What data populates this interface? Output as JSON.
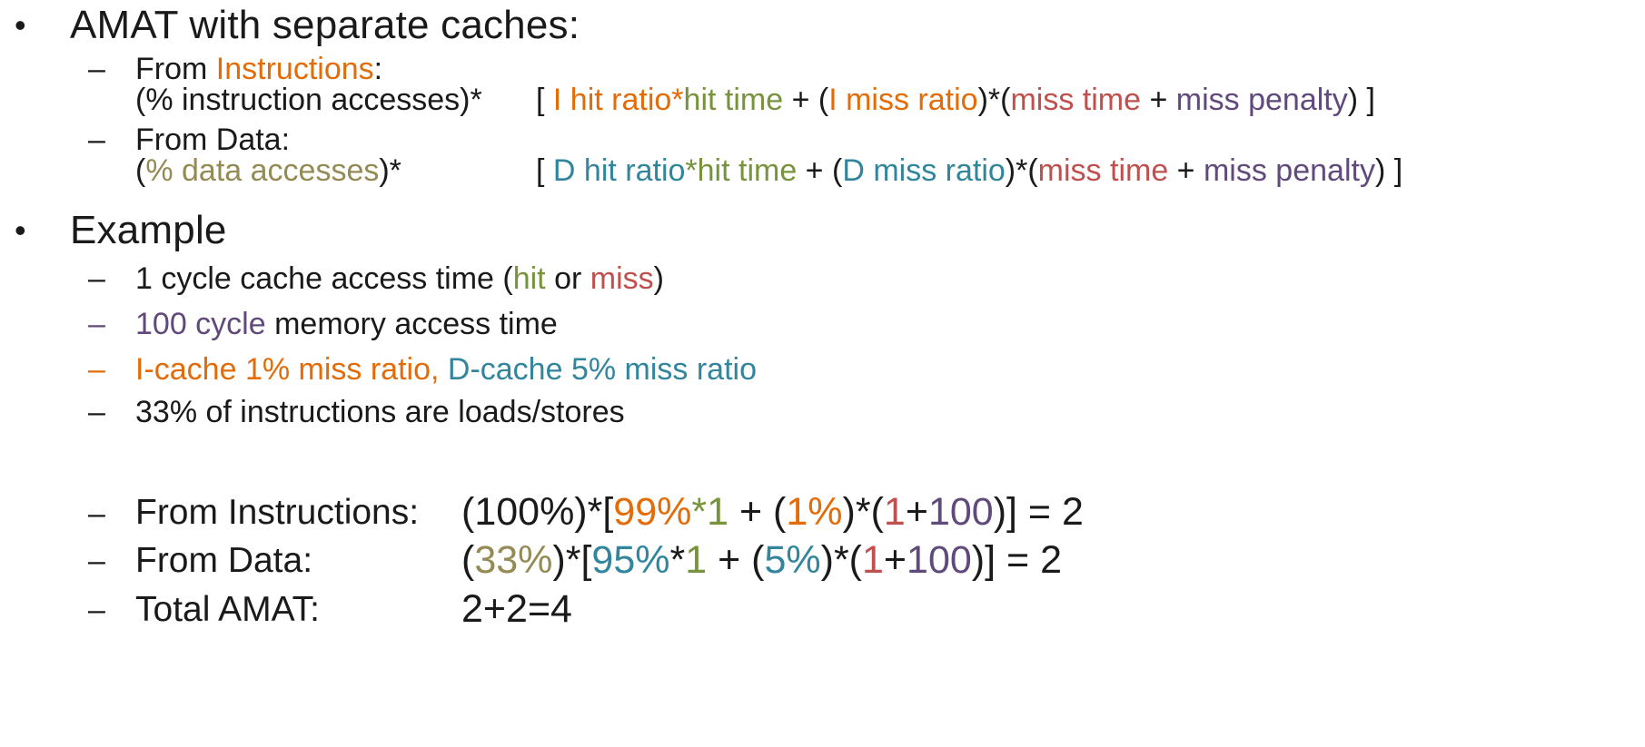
{
  "colors": {
    "instructions": "#E36C09",
    "hit": "#77933C",
    "miss": "#C0504D",
    "memory": "#604A7B",
    "data": "#31859C",
    "data_pct": "#948A54",
    "text": "#1a1a1a"
  },
  "section1": {
    "bullet": "•",
    "title": "AMAT with separate caches:",
    "instr": {
      "dash": "–",
      "from": "From ",
      "label": "Instructions",
      "colon": ":",
      "lhs": "(% instruction accesses)*",
      "b_open": "[ ",
      "hit_ratio": "I hit ratio",
      "star1": "*",
      "hit_time": "hit time",
      "plus1": " + (",
      "miss_ratio": "I miss ratio",
      "close1": ")*(",
      "miss_time": "miss time",
      "plus2": " + ",
      "miss_penalty": "miss penalty",
      "b_close": ") ]"
    },
    "data": {
      "dash": "–",
      "label": "From Data:",
      "lhs_open": "(",
      "lhs_pct": "% data accesses",
      "lhs_close": ")*",
      "b_open": "[ ",
      "hit_ratio": "D hit ratio",
      "star1": "*",
      "hit_time": "hit time",
      "plus1": " + (",
      "miss_ratio": "D miss ratio",
      "close1": ")*(",
      "miss_time": "miss time",
      "plus2": " + ",
      "miss_penalty": "miss penalty",
      "b_close": ") ]"
    }
  },
  "section2": {
    "bullet": "•",
    "title": "Example",
    "items": {
      "i1": {
        "dash": "–",
        "a": "1 cycle cache access time (",
        "hit": "hit",
        "or": " or ",
        "miss": "miss",
        "end": ")"
      },
      "i2": {
        "dash": "–",
        "a": "100 cycle",
        "b": " memory access time"
      },
      "i3": {
        "dash": "–",
        "a": "I-cache 1% miss ratio, ",
        "b": "D-cache 5% miss ratio"
      },
      "i4": {
        "dash": "–",
        "a": "33% of instructions are loads/stores"
      }
    }
  },
  "results": {
    "instr": {
      "dash": "–",
      "label": "From Instructions:",
      "p1": "(100%)*[",
      "v1": "99%",
      "s1": "*",
      "v2": "1",
      "s2": " + (",
      "v3": "1%",
      "s3": ")*(",
      "v4": "1",
      "s4": "+",
      "v5": "100",
      "s5": ")] = 2"
    },
    "data": {
      "dash": "–",
      "label": "From Data:",
      "p0": "(",
      "v0": "33%",
      "p1": ")*[",
      "v1": "95%",
      "s1": "*",
      "v2": "1",
      "s2": " + (",
      "v3": "5%",
      "s3": ")*(",
      "v4": "1",
      "s4": "+",
      "v5": "100",
      "s5": ")] = 2"
    },
    "total": {
      "dash": "–",
      "label": "Total AMAT:",
      "value": "2+2=4"
    }
  }
}
